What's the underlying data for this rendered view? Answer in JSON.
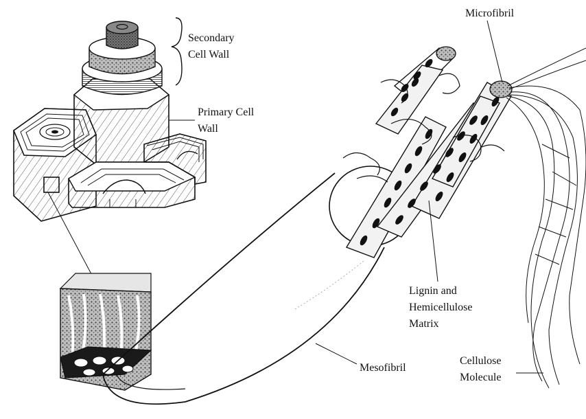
{
  "labels": {
    "secondary_cell_wall": [
      "Secondary",
      "Cell Wall"
    ],
    "primary_cell_wall": [
      "Primary Cell",
      "Wall"
    ],
    "microfibril": [
      "Microfibril"
    ],
    "lignin_matrix": [
      "Lignin and",
      "Hemicellulose",
      "Matrix"
    ],
    "mesofibril": [
      "Mesofibril"
    ],
    "cellulose_molecule": [
      "Cellulose",
      "Molecule"
    ]
  },
  "colors": {
    "ink": "#111111",
    "paper": "#ffffff",
    "hatch": "#444444"
  }
}
